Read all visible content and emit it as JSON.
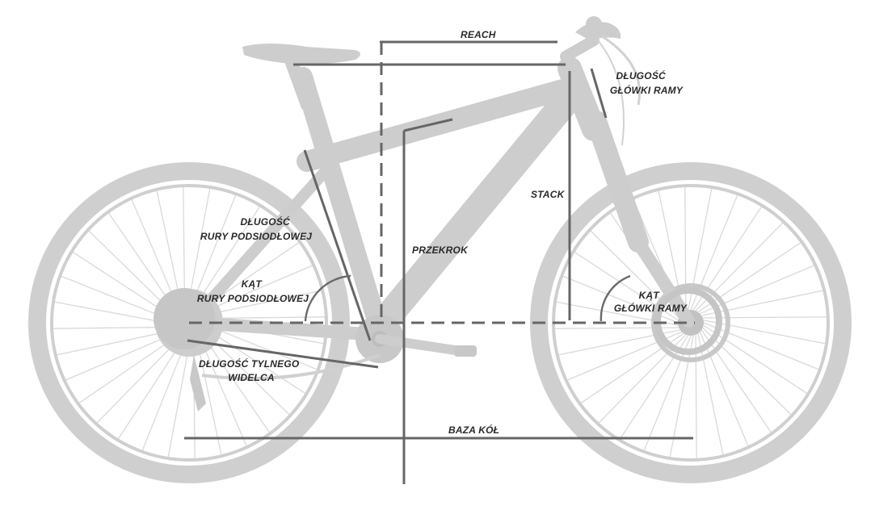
{
  "labels": {
    "reach": "REACH",
    "head_tube_length_line1": "DŁUGOŚĆ",
    "head_tube_length_line2": "GŁÓWKI RAMY",
    "stack": "STACK",
    "seat_tube_length_line1": "DŁUGOŚĆ",
    "seat_tube_length_line2": "RURY PODSIODŁOWEJ",
    "standover": "PRZEKROK",
    "seat_tube_angle_line1": "KĄT",
    "seat_tube_angle_line2": "RURY PODSIODŁOWEJ",
    "head_tube_angle_line1": "KĄT",
    "head_tube_angle_line2": "GŁÓWKI RAMY",
    "chainstay_line1": "DŁUGOŚĆ TYLNEGO",
    "chainstay_line2": "WIDELCA",
    "wheelbase": "BAZA KÓŁ"
  },
  "colors": {
    "bike_silhouette": "#cdcdcd",
    "measure_lines": "#666666",
    "text": "#2a2a2a",
    "background": "#ffffff"
  }
}
